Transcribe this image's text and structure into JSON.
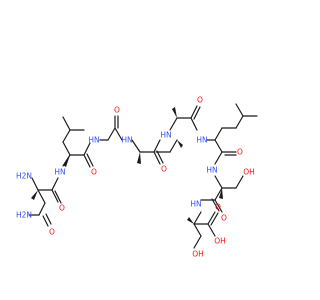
{
  "diagram": {
    "colors": {
      "bond": "#1a1a1a",
      "nitrogen": "#3050f8",
      "oxygen": "#ff0d0d",
      "background": "#ffffff"
    },
    "atom_labels": {
      "nh2_terminal": "H2N",
      "o_asn_side": "O",
      "o_asn_carbonyl": "O",
      "nh2_asn_amide": "H2N",
      "nh_leu1": "HN",
      "o_leu1": "O",
      "nh_gly": "HN",
      "o_gly": "O",
      "nh_ala": "HN",
      "o_ala": "O",
      "nh_ile": "HN",
      "o_ile": "O",
      "nh_leu2": "HN",
      "o_leu2": "O",
      "nh_ser1": "HN",
      "oh_ser1": "OH",
      "o_ser1": "O",
      "nh_ser2": "HN",
      "oh_ser2": "OH",
      "o_acid": "O",
      "oh_acid": "OH"
    }
  }
}
